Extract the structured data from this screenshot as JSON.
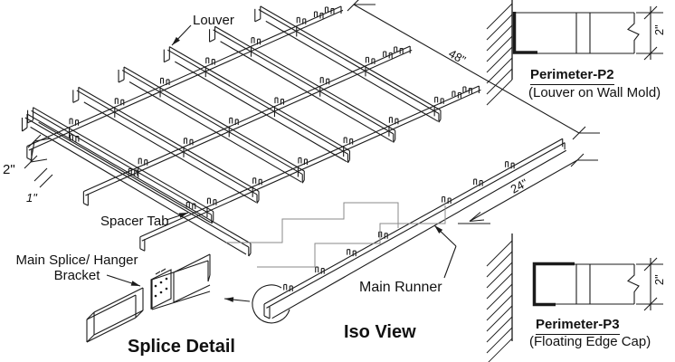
{
  "diagram": {
    "background": "#ffffff",
    "line_color": "#1b1b1b",
    "break_line_color": "#8a8a8a"
  },
  "iso_view": {
    "caption": "Iso View",
    "labels": {
      "louver": "Louver",
      "spacer_tab": "Spacer Tab",
      "main_runner": "Main Runner",
      "splice_line1": "Main Splice/ Hanger",
      "splice_line2": "Bracket",
      "splice_caption": "Splice Detail"
    },
    "dimensions": {
      "runner_span": "48\"",
      "module": "24\"",
      "louver_height": "2\"",
      "tab_offset": "1\""
    }
  },
  "details": {
    "p2": {
      "title": "Perimeter-P2",
      "subtitle": "(Louver on Wall Mold)",
      "height_dim": "2\""
    },
    "p3": {
      "title": "Perimeter-P3",
      "subtitle": "(Floating Edge Cap)",
      "height_dim": "2\""
    }
  }
}
